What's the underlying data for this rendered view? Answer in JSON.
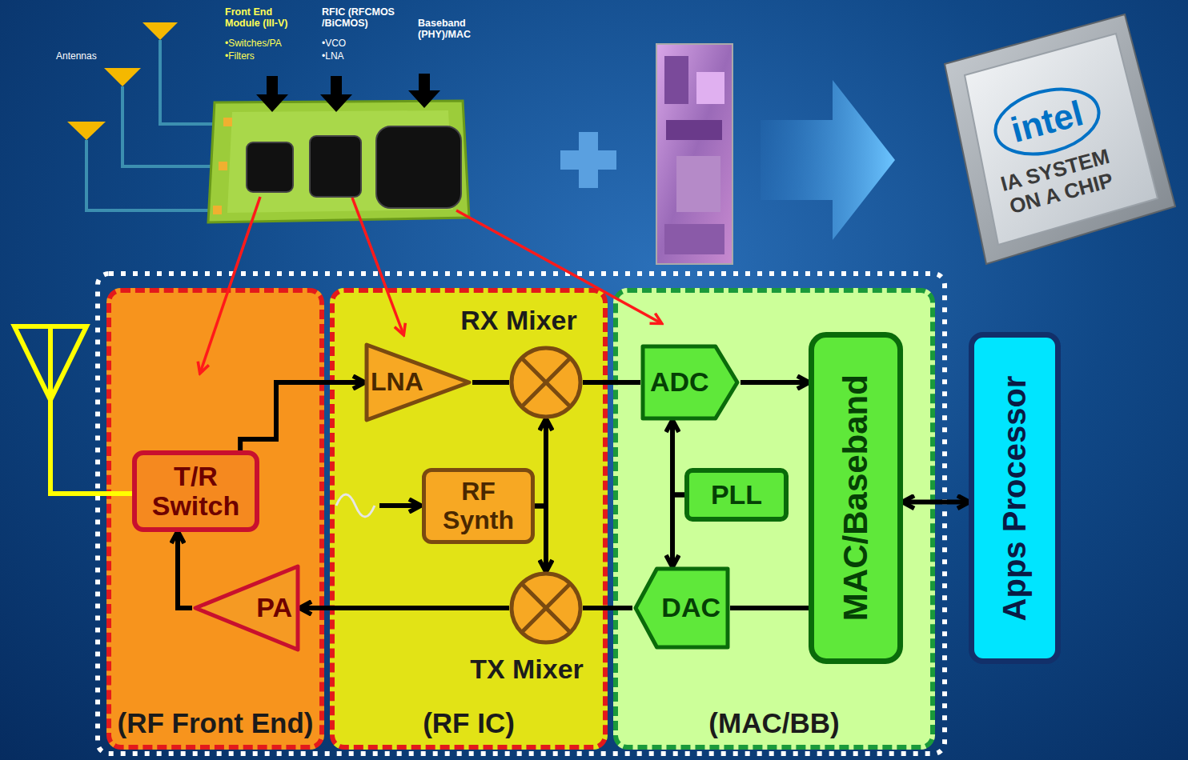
{
  "diagram": {
    "nodes": [
      {
        "text": [
          "(RF Front End)"
        ]
      },
      {
        "text": [
          "T/R Switch"
        ],
        "in": 0
      },
      {
        "text": [
          "PA"
        ],
        "in": 0
      },
      {
        "text": [
          "(RF IC)"
        ]
      },
      {
        "text": [
          "LNA"
        ],
        "in": 3
      },
      {
        "text": [
          "RX Mixer"
        ],
        "in": 3
      },
      {
        "text": [
          "RF Synth"
        ],
        "in": 3
      },
      {
        "text": [
          "TX Mixer"
        ],
        "in": 3
      },
      {
        "text": [
          "(MAC/BB)"
        ]
      },
      {
        "text": [
          "ADC"
        ],
        "in": 8
      },
      {
        "text": [
          "PLL"
        ],
        "in": 8
      },
      {
        "text": [
          "DAC"
        ],
        "in": 8
      },
      {
        "text": [
          "MAC/Baseband"
        ],
        "in": 8
      },
      {
        "text": [
          "Apps Processor"
        ]
      }
    ],
    "edges": [
      {
        "from": 1,
        "to": 4,
        "arrow": "to"
      },
      {
        "from": 4,
        "to": 5,
        "arrow": "none"
      },
      {
        "from": 5,
        "to": 9,
        "arrow": "none"
      },
      {
        "from": 9,
        "to": 12,
        "arrow": "to"
      },
      {
        "from": 6,
        "to": 5,
        "arrow": "to"
      },
      {
        "from": 6,
        "to": 7,
        "arrow": "to"
      },
      {
        "from": 10,
        "to": 9,
        "arrow": "to"
      },
      {
        "from": 10,
        "to": 11,
        "arrow": "to"
      },
      {
        "from": 12,
        "to": 11,
        "arrow": "none"
      },
      {
        "from": 11,
        "to": 7,
        "arrow": "none"
      },
      {
        "from": 7,
        "to": 2,
        "arrow": "to"
      },
      {
        "from": 2,
        "to": 1,
        "arrow": "to"
      },
      {
        "from": 12,
        "to": 13,
        "arrow": "both"
      }
    ],
    "labels": [
      "Antennas",
      "Front End Module (III-V)",
      "•Switches/PA",
      "•Filters",
      "RFIC (RFCMOS /BiCMOS)",
      "•VCO",
      "•LNA",
      "Baseband (PHY)/MAC",
      "intel",
      "IA SYSTEM ON A CHIP"
    ]
  }
}
